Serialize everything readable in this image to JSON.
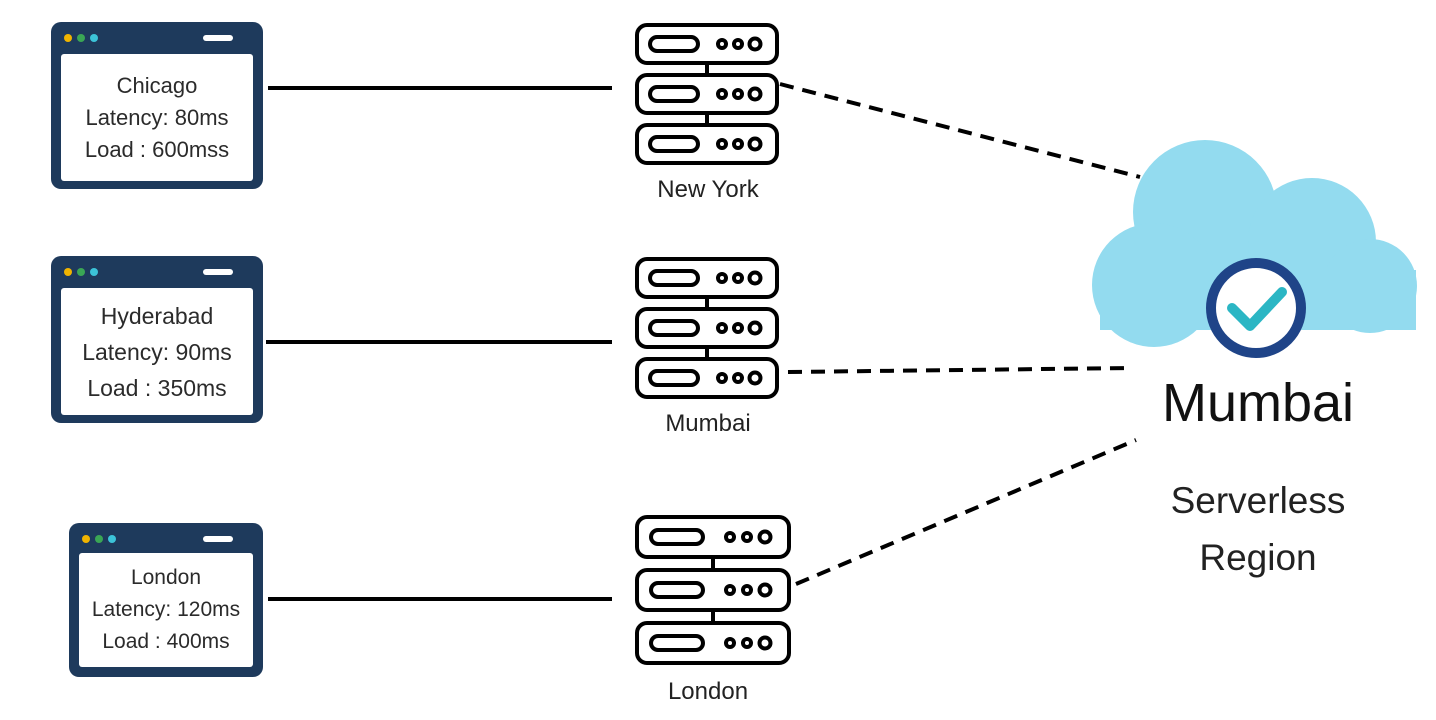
{
  "clients": [
    {
      "city": "Chicago",
      "latency": "Latency: 80ms",
      "load": "Load : 600mss"
    },
    {
      "city": "Hyderabad",
      "latency": "Latency: 90ms",
      "load": "Load : 350ms"
    },
    {
      "city": "London",
      "latency": "Latency: 120ms",
      "load": "Load : 400ms"
    }
  ],
  "servers": [
    {
      "label": "New York"
    },
    {
      "label": "Mumbai"
    },
    {
      "label": "London"
    }
  ],
  "region": {
    "title": "Mumbai",
    "subtitle_line1": "Serverless",
    "subtitle_line2": "Region",
    "status_icon": "check-icon"
  },
  "colors": {
    "client_frame": "#1e3a5c",
    "dot_1": "#f0b400",
    "dot_2": "#3aa655",
    "dot_3": "#3cc3d8",
    "cloud": "#93dbef",
    "badge_ring": "#1f4488",
    "check": "#2bb6c4"
  }
}
